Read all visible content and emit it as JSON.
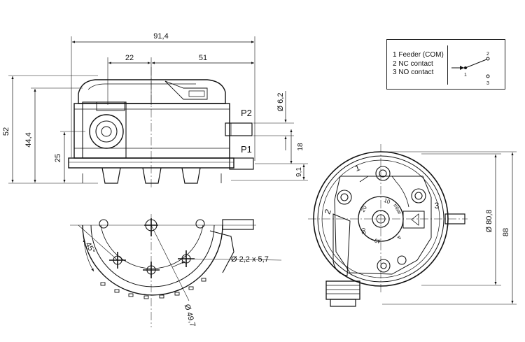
{
  "title": "",
  "legend": {
    "items": [
      "1 Feeder (COM)",
      "2 NC contact",
      "3 NO contact"
    ],
    "switch_terminals": [
      "1",
      "2",
      "3"
    ]
  },
  "side_view": {
    "dimensions": {
      "overall_width": "91,4",
      "width_left": "22",
      "width_right": "51",
      "overall_height": "52",
      "height_mid": "44,4",
      "height_low": "25",
      "port_diameter": "Ø 6,2",
      "port_spacing": "18",
      "port_low": "9,1"
    },
    "ports": [
      "P2",
      "P1"
    ]
  },
  "bottom_view": {
    "dimensions": {
      "angle": "45°",
      "mounting_hole": "Ø 2,2 x 5,7",
      "mounting_circle": "Ø 49,7"
    }
  },
  "top_view": {
    "dimensions": {
      "outer_diameter": "Ø 80,8",
      "overall_height": "88"
    },
    "terminal_labels": [
      "1",
      "2",
      "3"
    ],
    "dial_labels": [
      "20",
      "10",
      "30",
      "40",
      "mbar",
      "4"
    ]
  }
}
